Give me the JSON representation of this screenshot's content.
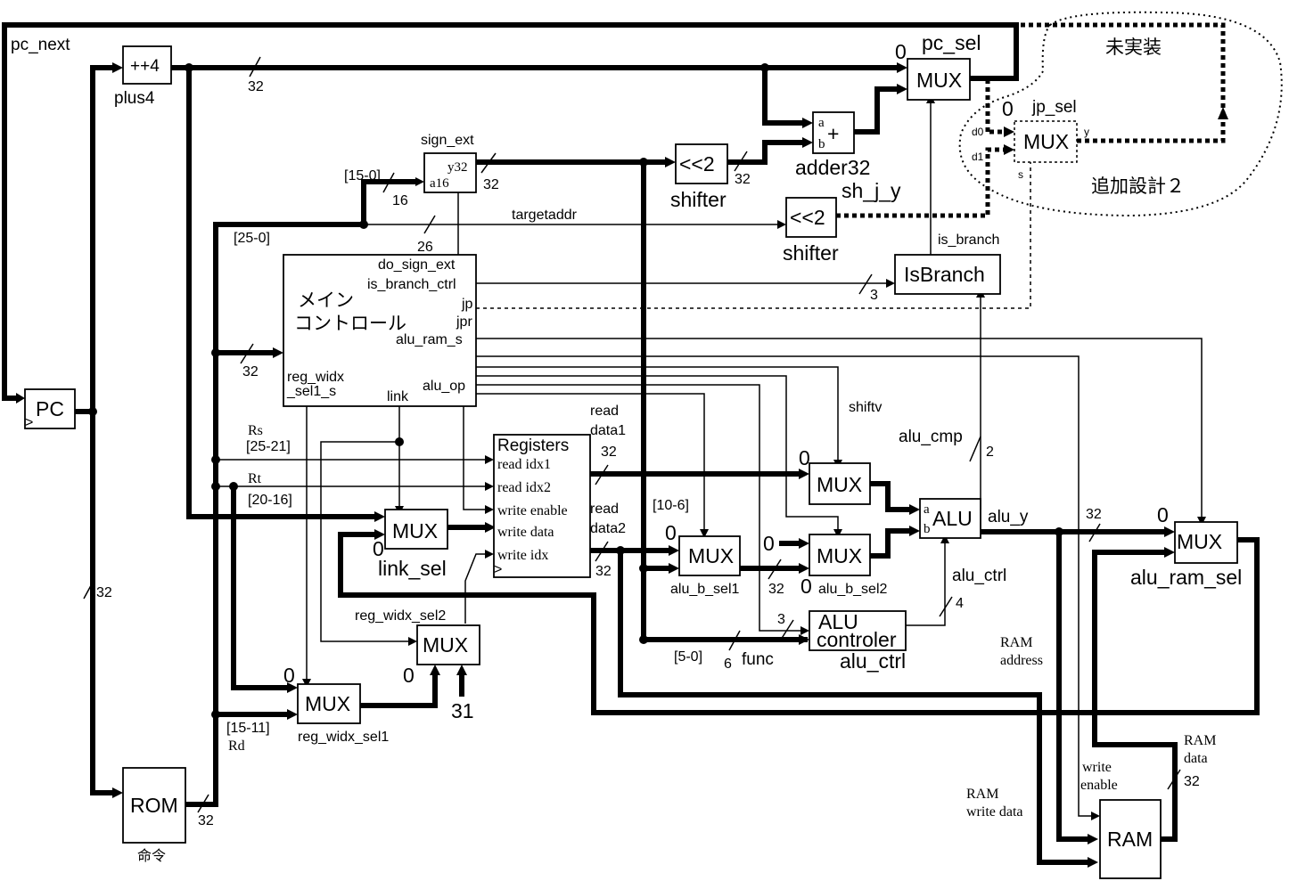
{
  "blocks": {
    "pc": "PC",
    "plus4": "++4",
    "plus4_name": "plus4",
    "rom": "ROM",
    "rom_sub": "命令",
    "mux": "MUX",
    "adder": "+",
    "adder_name": "adder32",
    "shifter": "<<2",
    "shifter_name": "shifter",
    "isbranch": "IsBranch",
    "alu": "ALU",
    "aluctrl_line1": "ALU",
    "aluctrl_line2": "controler",
    "aluctrl_name": "alu_ctrl",
    "ram": "RAM",
    "registers": "Registers",
    "main_line1": "メイン",
    "main_line2": "コントロール",
    "sign_ext": "sign_ext"
  },
  "main_ports": {
    "do_sign_ext": "do_sign_ext",
    "is_branch_ctrl": "is_branch_ctrl",
    "jp": "jp",
    "jpr": "jpr",
    "alu_ram_s": "alu_ram_s",
    "reg_widx_1": "reg_widx",
    "reg_widx_2": "_sel1_s",
    "link": "link",
    "alu_op": "alu_op"
  },
  "reg_ports": {
    "read_idx1": "read idx1",
    "read_idx2": "read idx2",
    "write_enable": "write enable",
    "write_data": "write data",
    "write_idx": "write idx"
  },
  "ports": {
    "y32": "y32",
    "a16": "a16",
    "a": "a",
    "b": "b",
    "y": "y",
    "s": "s",
    "d0": "d0",
    "d1": "d1",
    "zero": "0",
    "clk": ">"
  },
  "signals": {
    "pc_next": "pc_next",
    "pc_sel": "pc_sel",
    "jp_sel": "jp_sel",
    "sh_j_y": "sh_j_y",
    "is_branch": "is_branch",
    "targetaddr": "targetaddr",
    "shiftv": "shiftv",
    "alu_cmp": "alu_cmp",
    "alu_y": "alu_y",
    "alu_ctrl": "alu_ctrl",
    "alu_ram_sel": "alu_ram_sel",
    "alu_b_sel1": "alu_b_sel1",
    "alu_b_sel2": "alu_b_sel2",
    "link_sel": "link_sel",
    "reg_widx_sel1": "reg_widx_sel1",
    "reg_widx_sel2": "reg_widx_sel2",
    "read_data1_a": "read",
    "read_data1_b": "data1",
    "read_data2_a": "read",
    "read_data2_b": "data2",
    "func": "func",
    "rs": "Rs",
    "rt": "Rt",
    "rd": "Rd",
    "ram_address_1": "RAM",
    "ram_address_2": "address",
    "ram_write_data_1": "RAM",
    "ram_write_data_2": "write data",
    "ram_data_1": "RAM",
    "ram_data_2": "data",
    "write_enable_1": "write",
    "write_enable_2": "enable",
    "const31": "31"
  },
  "bits": {
    "b15_0": "[15-0]",
    "b25_0": "[25-0]",
    "b25_21": "[25-21]",
    "b20_16": "[20-16]",
    "b15_11": "[15-11]",
    "b10_6": "[10-6]",
    "b5_0": "[5-0]"
  },
  "widths": {
    "w32": "32",
    "w16": "16",
    "w26": "26",
    "w2": "2",
    "w3": "3",
    "w4": "4",
    "w6": "6"
  },
  "notes": {
    "unimplemented": "未実装",
    "additional_design": "追加設計２"
  }
}
